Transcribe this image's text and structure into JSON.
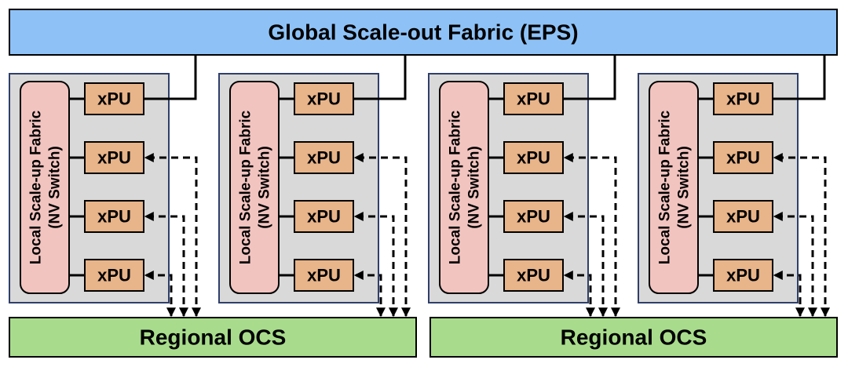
{
  "global_fabric": {
    "label": "Global Scale-out Fabric (EPS)"
  },
  "pods": [
    {
      "switch_line1": "Local Scale-up Fabric",
      "switch_line2": "(NV Switch)",
      "xpus": [
        "xPU",
        "xPU",
        "xPU",
        "xPU"
      ]
    },
    {
      "switch_line1": "Local Scale-up Fabric",
      "switch_line2": "(NV Switch)",
      "xpus": [
        "xPU",
        "xPU",
        "xPU",
        "xPU"
      ]
    },
    {
      "switch_line1": "Local Scale-up Fabric",
      "switch_line2": "(NV Switch)",
      "xpus": [
        "xPU",
        "xPU",
        "xPU",
        "xPU"
      ]
    },
    {
      "switch_line1": "Local Scale-up Fabric",
      "switch_line2": "(NV Switch)",
      "xpus": [
        "xPU",
        "xPU",
        "xPU",
        "xPU"
      ]
    }
  ],
  "regional_ocs": [
    {
      "label": "Regional OCS"
    },
    {
      "label": "Regional OCS"
    }
  ],
  "colors": {
    "global_fabric_fill": "#8ec2f7",
    "regional_ocs_fill": "#a8dc8c",
    "pod_fill": "#d9d9d9",
    "pod_border": "#2f3f6b",
    "switch_fill": "#f2c4c0",
    "xpu_fill": "#e8b489",
    "line": "#000000"
  }
}
